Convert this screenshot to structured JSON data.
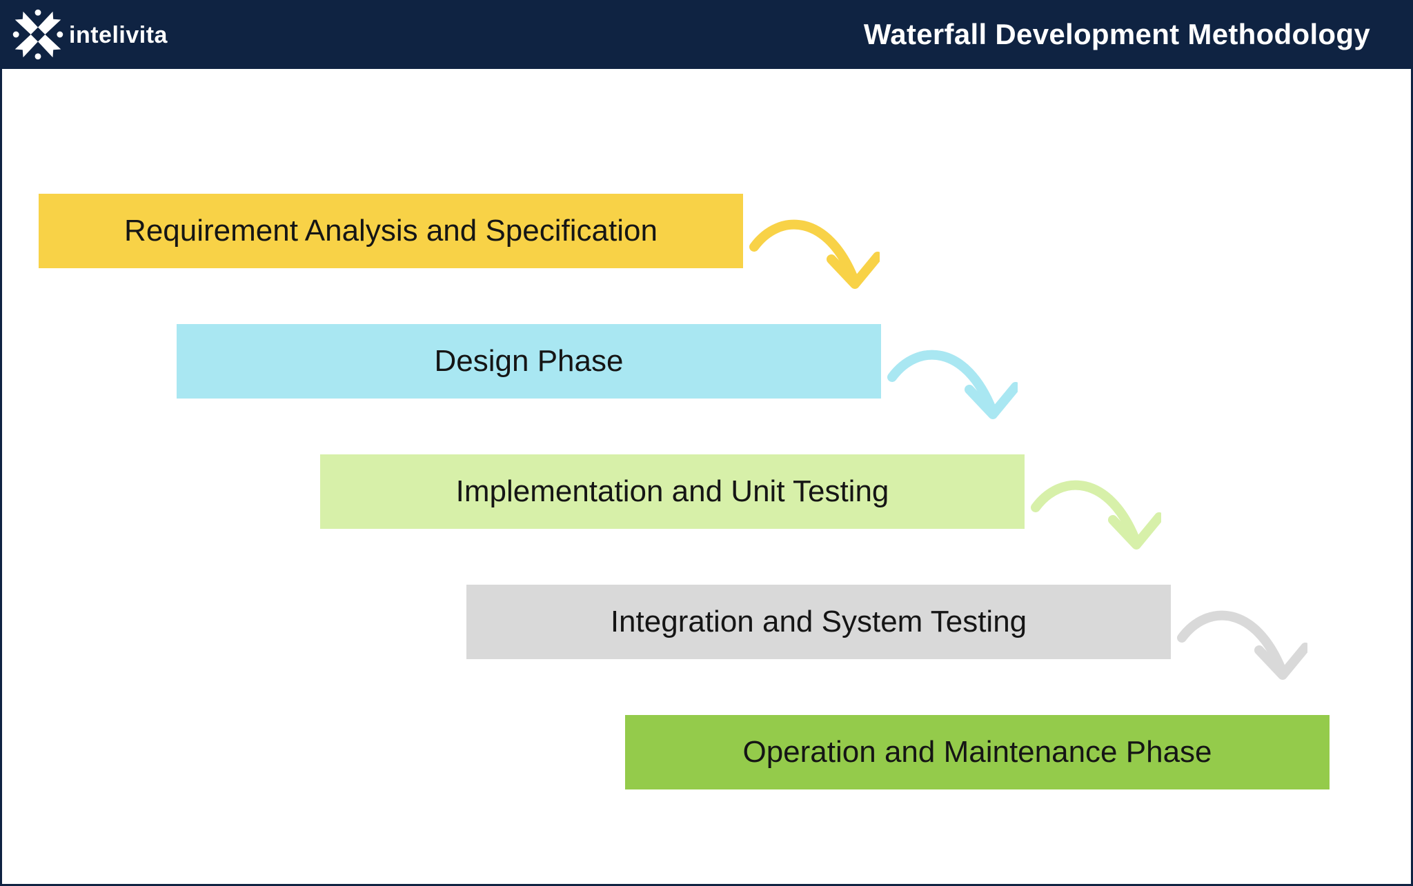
{
  "header": {
    "brand": "intelivita",
    "title": "Waterfall Development Methodology",
    "bg_color": "#0f2342",
    "text_color": "#ffffff"
  },
  "diagram": {
    "background": "#ffffff",
    "label_color": "#151515",
    "steps": [
      {
        "label": "Requirement Analysis and Specification",
        "color": "#F8D247"
      },
      {
        "label": "Design Phase",
        "color": "#A9E7F2"
      },
      {
        "label": "Implementation and Unit Testing",
        "color": "#D7F0A9"
      },
      {
        "label": "Integration and System Testing",
        "color": "#D9D9D9"
      },
      {
        "label": "Operation and Maintenance Phase",
        "color": "#94CB4B"
      }
    ],
    "arrows": [
      {
        "from": "Requirement Analysis and Specification",
        "to": "Design Phase",
        "color": "#F8D247"
      },
      {
        "from": "Design Phase",
        "to": "Implementation and Unit Testing",
        "color": "#A9E7F2"
      },
      {
        "from": "Implementation and Unit Testing",
        "to": "Integration and System Testing",
        "color": "#D7F0A9"
      },
      {
        "from": "Integration and System Testing",
        "to": "Operation and Maintenance Phase",
        "color": "#D9D9D9"
      }
    ]
  }
}
